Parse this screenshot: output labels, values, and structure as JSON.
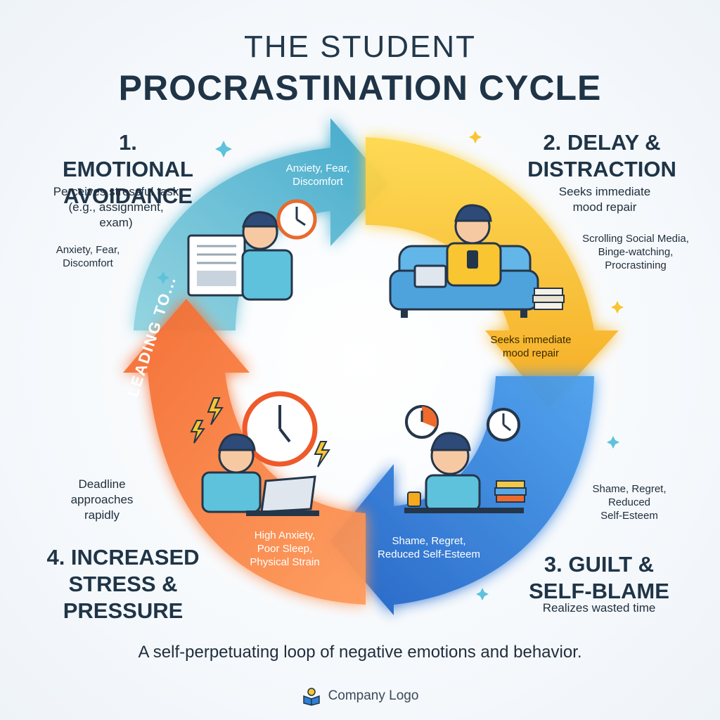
{
  "title": {
    "line1": "THE STUDENT",
    "line2": "PROCRASTINATION CYCLE"
  },
  "stages": [
    {
      "number_title": "1. EMOTIONAL AVOIDANCE",
      "title_line1": "1. EMOTIONAL",
      "title_line2": "AVOIDANCE",
      "description": "Perceives stressful task (e.g., assignment, exam)",
      "desc_line1": "Perceives stressful task",
      "desc_line2": "(e.g., assignment,",
      "desc_line3": "exam)",
      "side_note_line1": "Anxiety, Fear,",
      "side_note_line2": "Discomfort",
      "arrow_label_line1": "Anxiety, Fear,",
      "arrow_label_line2": "Discomfort",
      "color": "#5bbcd6"
    },
    {
      "title_line1": "2. DELAY &",
      "title_line2": "DISTRACTION",
      "desc_line1": "Seeks immediate",
      "desc_line2": "mood repair",
      "side_note_line1": "Scrolling Social Media,",
      "side_note_line2": "Binge-watching,",
      "side_note_line3": "Procrastining",
      "arrow_label_line1": "Seeks immediate",
      "arrow_label_line2": "mood repair",
      "color": "#f9c531"
    },
    {
      "title_line1": "3. GUILT &",
      "title_line2": "SELF-BLAME",
      "desc_line1": "Realizes wasted time",
      "side_note_line1": "Shame, Regret,",
      "side_note_line2": "Reduced",
      "side_note_line3": "Self-Esteem",
      "arrow_label_line1": "Shame, Regret,",
      "arrow_label_line2": "Reduced Self-Esteem",
      "color": "#2f7fd8"
    },
    {
      "title_line1": "4. INCREASED",
      "title_line2": "STRESS &",
      "title_line3": "PRESSURE",
      "side_note_line1": "Deadline",
      "side_note_line2": "approaches",
      "side_note_line3": "rapidly",
      "arrow_label_line1": "High Anxiety,",
      "arrow_label_line2": "Poor Sleep,",
      "arrow_label_line3": "Physical Strain",
      "vertical_label": "LEADING TO...",
      "color": "#f2592f"
    }
  ],
  "caption": "A self-perpetuating loop of negative emotions and behavior.",
  "logo": {
    "text": "Company Logo",
    "icon": "book-lightbulb-icon"
  },
  "icons": [
    "clock-icon",
    "book-icon",
    "sofa-icon",
    "phone-icon",
    "laptop-icon",
    "books-icon",
    "lightning-icon",
    "sparkle-icon",
    "coffee-cup-icon"
  ]
}
